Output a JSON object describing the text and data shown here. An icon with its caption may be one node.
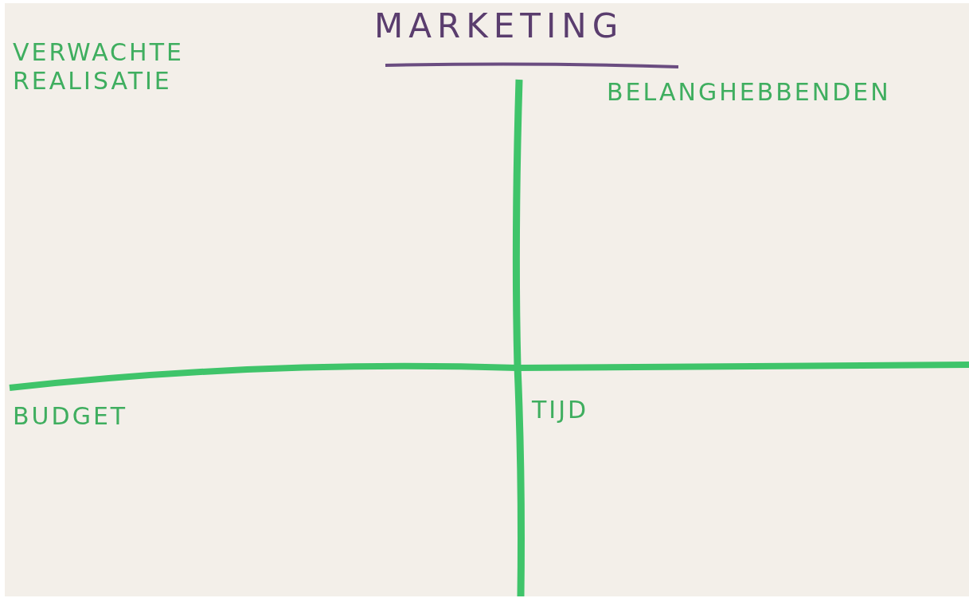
{
  "diagram": {
    "title": "MARKETING",
    "labels": [
      "VERWACHTE REALISATIE",
      "BELANGHEBBENDEN",
      "BUDGET",
      "TIJD"
    ]
  }
}
